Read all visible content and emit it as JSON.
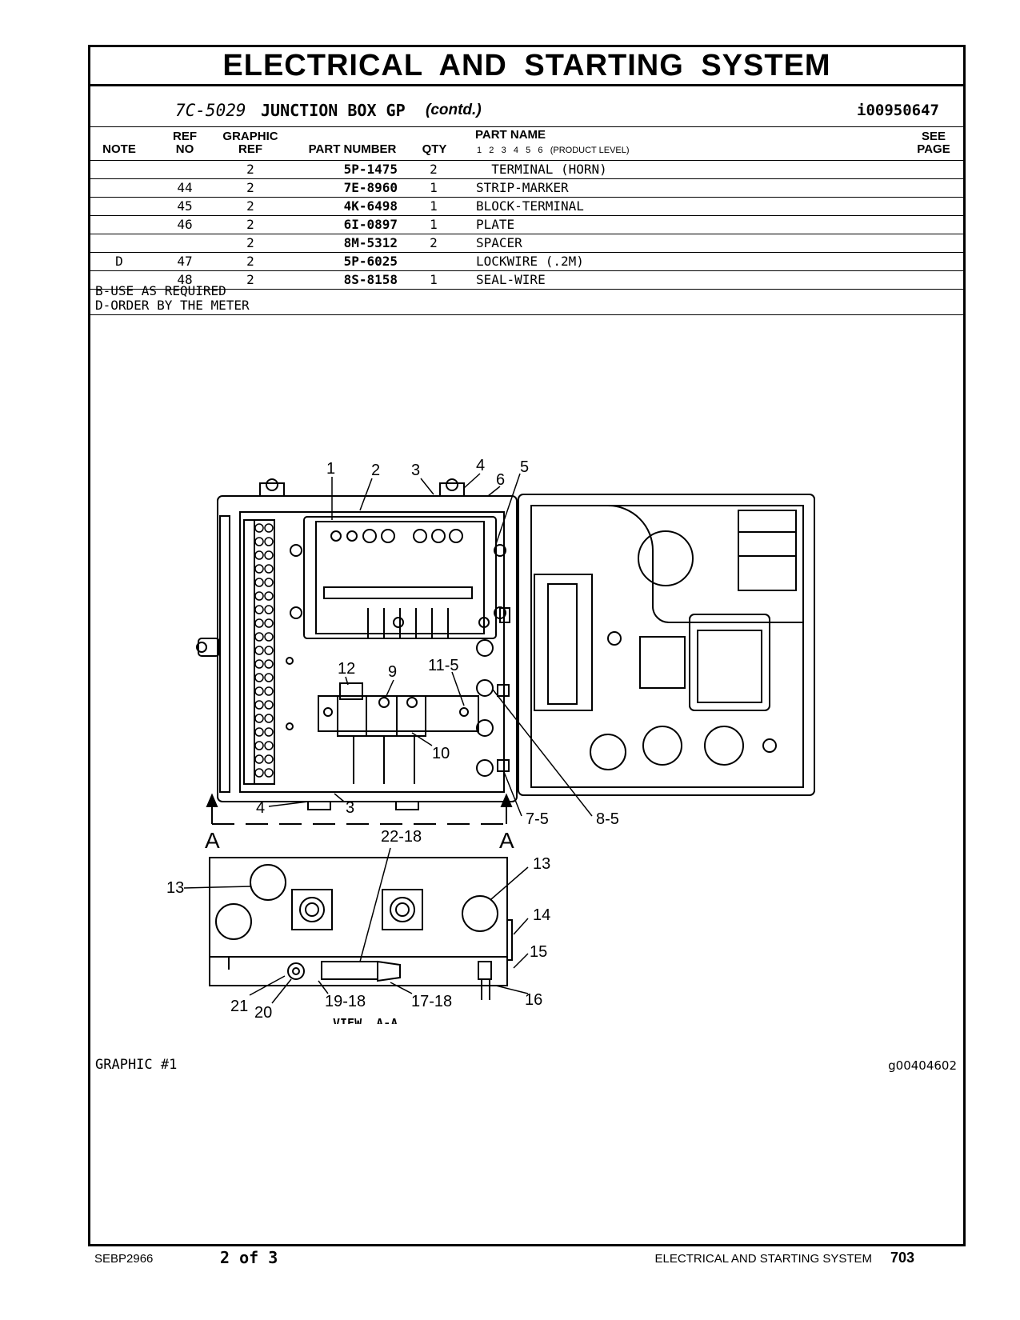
{
  "header": {
    "title": "ELECTRICAL AND STARTING SYSTEM",
    "group_number": "7C-5029",
    "group_name": "JUNCTION BOX GP",
    "group_suffix": "(contd.)",
    "illustration_id": "i00950647"
  },
  "columns": {
    "note": "NOTE",
    "ref_line1": "REF",
    "ref_line2": "NO",
    "gref_line1": "GRAPHIC",
    "gref_line2": "REF",
    "part_number": "PART NUMBER",
    "qty": "QTY",
    "part_name": "PART NAME",
    "product_levels": "1   2   3   4   5   6   (PRODUCT LEVEL)",
    "see_line1": "SEE",
    "see_line2": "PAGE"
  },
  "rows": [
    {
      "note": "",
      "ref": "",
      "gref": "2",
      "pn": "5P-1475",
      "qty": "2",
      "name": "  TERMINAL (HORN)"
    },
    {
      "note": "",
      "ref": "44",
      "gref": "2",
      "pn": "7E-8960",
      "qty": "1",
      "name": "STRIP-MARKER"
    },
    {
      "note": "",
      "ref": "45",
      "gref": "2",
      "pn": "4K-6498",
      "qty": "1",
      "name": "BLOCK-TERMINAL"
    },
    {
      "note": "",
      "ref": "46",
      "gref": "2",
      "pn": "6I-0897",
      "qty": "1",
      "name": "PLATE"
    },
    {
      "note": "",
      "ref": "",
      "gref": "2",
      "pn": "8M-5312",
      "qty": "2",
      "name": "SPACER"
    },
    {
      "note": "D",
      "ref": "47",
      "gref": "2",
      "pn": "5P-6025",
      "qty": "",
      "name": "LOCKWIRE (.2M)"
    },
    {
      "note": "",
      "ref": "48",
      "gref": "2",
      "pn": "8S-8158",
      "qty": "1",
      "name": "SEAL-WIRE"
    }
  ],
  "notes": [
    "B-USE AS REQUIRED",
    "D-ORDER BY THE METER"
  ],
  "drawing": {
    "callouts": [
      "1",
      "2",
      "3",
      "4",
      "6",
      "5",
      "12",
      "9",
      "11-5",
      "10",
      "4",
      "3",
      "7-5",
      "8-5",
      "22-18",
      "13",
      "13",
      "14",
      "15",
      "16",
      "21",
      "20",
      "19-18",
      "17-18"
    ],
    "section_markers": [
      "A",
      "A"
    ],
    "view_label": "VIEW  A-A"
  },
  "graphic": {
    "label": "GRAPHIC #1",
    "id": "g00404602"
  },
  "footer": {
    "doc": "SEBP2966",
    "page_of": "2 of 3",
    "section": "ELECTRICAL AND STARTING SYSTEM",
    "page_number": "703"
  }
}
